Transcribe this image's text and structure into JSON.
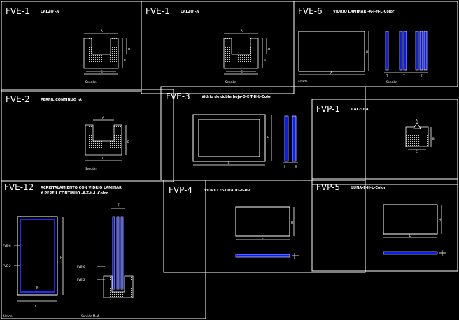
{
  "panels": {
    "fve1a": {
      "code": "FVE-1",
      "desc": "CALZO -A",
      "caption": "Sección",
      "dim_a": "A",
      "dim_b": "B",
      "dim_c": "C",
      "dim_d": "D"
    },
    "fve1b": {
      "code": "FVE-1",
      "desc": "CALZO -A",
      "caption": "Sección",
      "dim_a": "A",
      "dim_b": "B",
      "dim_c": "C",
      "dim_d": "D"
    },
    "fve6": {
      "code": "FVE-6",
      "desc": "VIDRIO LAMINAR -A-T-H-L-Color",
      "caption_left": "Alzado",
      "caption_right": "Sección",
      "dim_h": "H",
      "dim_a": "A",
      "dim_t": "T"
    },
    "fve2": {
      "code": "FVE-2",
      "desc": "PERFIL CONTINUO -A",
      "caption": "Sección",
      "dim_a": "A",
      "dim_b": "B",
      "dim_c": "C"
    },
    "fve3": {
      "code": "FVE-3",
      "desc": "Vidrio de doble hoja-D-E-T-H-L-Color",
      "dim_h": "H",
      "dim_l": "L"
    },
    "fvp1": {
      "code": "FVP-1",
      "desc": "CALZO-A",
      "dim_a": "A",
      "dim_b": "B",
      "dim_c": "C"
    },
    "fve12": {
      "code": "FVE-12",
      "desc_line1": "ACRISTALAMIENTO CON VIDRIO LAMINAR",
      "desc_line2": "Y PERFIL CONTINUO  -A-T-H-L-Color",
      "label_fve6": "FVE-6",
      "label_fve2": "FVE-2",
      "caption_left": "Alzado",
      "caption_right": "Sección M-M",
      "dim_h": "H",
      "dim_l": "L",
      "dim_m": "M",
      "dim_t": "T"
    },
    "fvp4": {
      "code": "FVP-4",
      "desc": "VIDRIO ESTIRADO-E-H-L",
      "dim_h": "H",
      "dim_l": "L"
    },
    "fvp5": {
      "code": "FVP-5",
      "desc": "LUNA-E-H-L-Color",
      "dim_h": "H",
      "dim_l": "L"
    }
  }
}
